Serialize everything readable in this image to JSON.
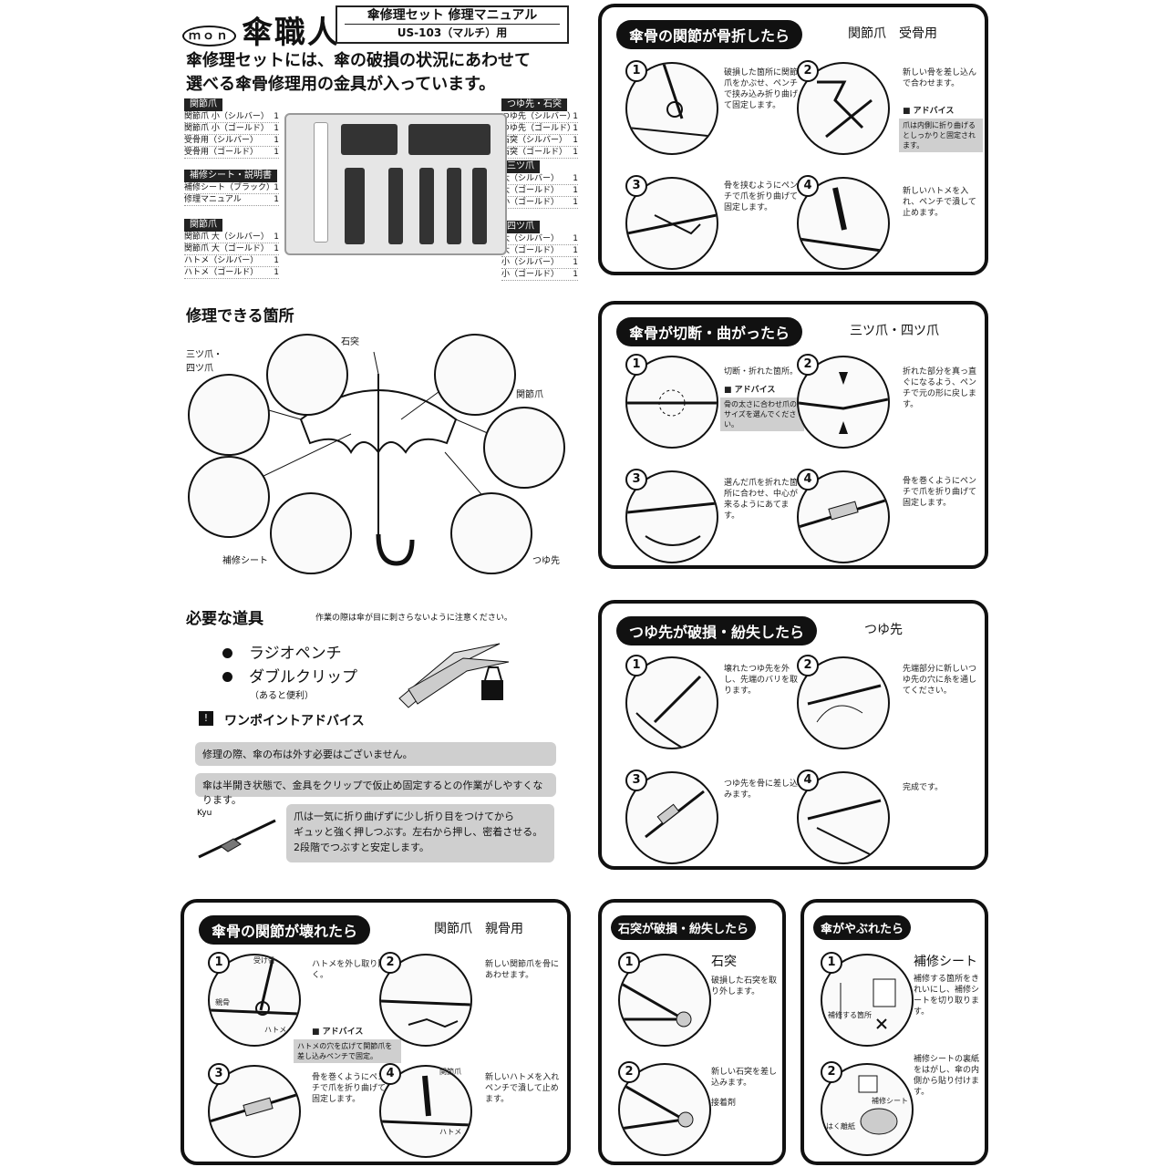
{
  "header": {
    "brand_prefix": "ｍｏｎ",
    "brand": "傘職人",
    "manual_title": "傘修理セット 修理マニュアル",
    "model": "US-103（マルチ）用"
  },
  "intro": {
    "line1": "傘修理セットには、傘の破損の状況にあわせて",
    "line2": "選べる傘骨修理用の金具が入っています。"
  },
  "kit": {
    "groups": [
      {
        "title": "関節爪",
        "items": [
          {
            "label": "関節爪 小（シルバー）",
            "qty": "1"
          },
          {
            "label": "関節爪 小（ゴールド）",
            "qty": "1"
          },
          {
            "label": "受骨用（シルバー）",
            "qty": "1"
          },
          {
            "label": "受骨用（ゴールド）",
            "qty": "1"
          }
        ]
      },
      {
        "title": "補修シート・説明書",
        "items": [
          {
            "label": "補修シート（ブラック）",
            "qty": "1"
          },
          {
            "label": "修理マニュアル",
            "qty": "1"
          }
        ]
      },
      {
        "title": "関節爪",
        "items": [
          {
            "label": "関節爪 大（シルバー）",
            "qty": "1"
          },
          {
            "label": "関節爪 大（ゴールド）",
            "qty": "1"
          },
          {
            "label": "ハトメ（シルバー）",
            "qty": "1"
          },
          {
            "label": "ハトメ（ゴールド）",
            "qty": "1"
          }
        ]
      },
      {
        "title": "つゆ先・石突",
        "items": [
          {
            "label": "つゆ先（シルバー）",
            "qty": "1"
          },
          {
            "label": "つゆ先（ゴールド）",
            "qty": "1"
          },
          {
            "label": "石突（シルバー）",
            "qty": "1"
          },
          {
            "label": "石突（ゴールド）",
            "qty": "1"
          }
        ]
      },
      {
        "title": "三ツ爪",
        "items": [
          {
            "label": "大（シルバー）",
            "qty": "1"
          },
          {
            "label": "大（ゴールド）",
            "qty": "1"
          },
          {
            "label": "小（ゴールド）",
            "qty": "1"
          }
        ]
      },
      {
        "title": "四ツ爪",
        "items": [
          {
            "label": "大（シルバー）",
            "qty": "1"
          },
          {
            "label": "大（ゴールド）",
            "qty": "1"
          },
          {
            "label": "小（シルバー）",
            "qty": "1"
          },
          {
            "label": "小（ゴールド）",
            "qty": "1"
          }
        ]
      }
    ]
  },
  "repair_points": {
    "title": "修理できる箇所",
    "labels": {
      "mitsu": "三ツ爪・四ツ爪",
      "ishizuki": "石突",
      "kansetsu": "関節爪",
      "sheet": "補修シート",
      "tsuyusaki": "つゆ先"
    }
  },
  "tools": {
    "title": "必要な道具",
    "caution": "作業の際は傘が目に刺さらないように注意ください。",
    "items": [
      "ラジオペンチ",
      "ダブルクリップ"
    ],
    "items_note": "（あると便利）",
    "advice_title": "ワンポイントアドバイス",
    "advice1": "修理の際、傘の布は外す必要はございません。",
    "advice2": "傘は半開き状態で、金具をクリップで仮止め固定するとの作業がしやすくなります。",
    "advice3_l1": "爪は一気に折り曲げずに少し折り目をつけてから",
    "advice3_l2": "ギュッと強く押しつぶす。左右から押し、密着させる。",
    "advice3_l3": "2段階でつぶすと安定します。"
  },
  "panels": {
    "p1": {
      "title": "傘骨の関節が骨折したら",
      "parts": "関節爪　受骨用",
      "notes": [
        "破損した箇所に関節爪をかぶせ、ペンチで挟み込み折り曲げて固定します。",
        "新しい骨を差し込んで合わせます。",
        "骨を挟むようにペンチで爪を折り曲げて固定します。",
        "新しいハトメを入れ、ペンチで潰して止めます。"
      ],
      "advice": "アドバイス",
      "advice_text": "爪は内側に折り曲げるとしっかりと固定されます。"
    },
    "p2": {
      "title": "傘骨が切断・曲がったら",
      "parts": "三ツ爪・四ツ爪",
      "notes": [
        "切断・折れた箇所。",
        "折れた部分を真っ直ぐになるよう、ペンチで元の形に戻します。",
        "選んだ爪を折れた箇所に合わせ、中心が来るようにあてます。",
        "骨を巻くようにペンチで爪を折り曲げて固定します。"
      ],
      "advice": "アドバイス",
      "advice_text": "骨の太さに合わせ爪のサイズを選んでください。"
    },
    "p3": {
      "title": "つゆ先が破損・紛失したら",
      "parts": "つゆ先",
      "notes": [
        "壊れたつゆ先を外し、先端のバリを取ります。",
        "先端部分に新しいつゆ先の穴に糸を通してください。",
        "つゆ先を骨に差し込みます。",
        "完成です。"
      ]
    },
    "p4": {
      "title": "傘骨の関節が壊れたら",
      "parts": "関節爪　親骨用",
      "notes": [
        "ハトメを外し取り除く。",
        "新しい関節爪を骨にあわせます。",
        "骨を巻くようにペンチで爪を折り曲げて固定します。",
        "新しいハトメを入れペンチで潰して止めます。"
      ],
      "labels": [
        "受け骨",
        "親骨",
        "ハトメ",
        "関節爪",
        "ハトメ"
      ],
      "advice": "アドバイス",
      "advice_text": "ハトメの穴を広げて関節爪を差し込みペンチで固定。"
    },
    "p5": {
      "title": "石突が破損・紛失したら",
      "parts": "石突",
      "notes": [
        "破損した石突を取り外します。",
        "新しい石突を差し込みます。"
      ],
      "labels": [
        "接着剤"
      ]
    },
    "p6": {
      "title": "傘がやぶれたら",
      "parts": "補修シート",
      "notes": [
        "補修する箇所をきれいにし、補修シートを切り取ります。",
        "補修シートの裏紙をはがし、傘の内側から貼り付けます。"
      ],
      "labels": [
        "補修する箇所",
        "はく離紙",
        "補修シート"
      ]
    }
  }
}
